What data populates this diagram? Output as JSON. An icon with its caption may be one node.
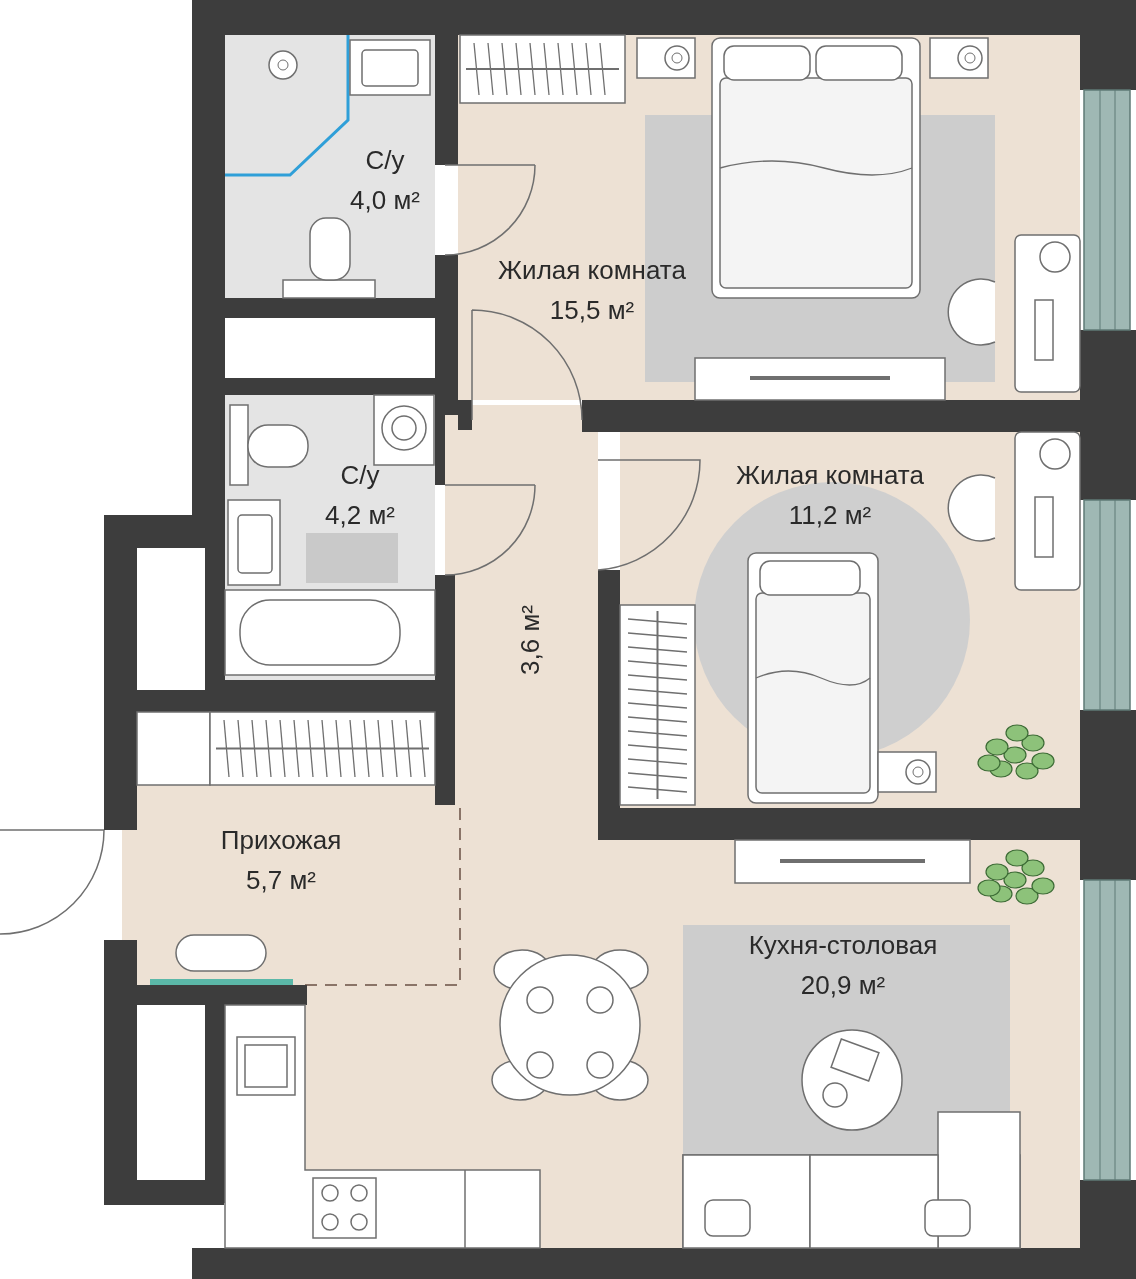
{
  "diagram": {
    "nodes": [
      {
        "text": [
          "С/у",
          "4,0 м²"
        ]
      },
      {
        "text": [
          "Жилая комната",
          "15,5 м²"
        ]
      },
      {
        "text": [
          "С/у",
          "4,2 м²"
        ]
      },
      {
        "text": [
          "3,6 м²"
        ]
      },
      {
        "text": [
          "Жилая комната",
          "11,2 м²"
        ]
      },
      {
        "text": [
          "Прихожая",
          "5,7 м²"
        ]
      },
      {
        "text": [
          "Кухня-столовая",
          "20,9 м²"
        ]
      }
    ]
  }
}
